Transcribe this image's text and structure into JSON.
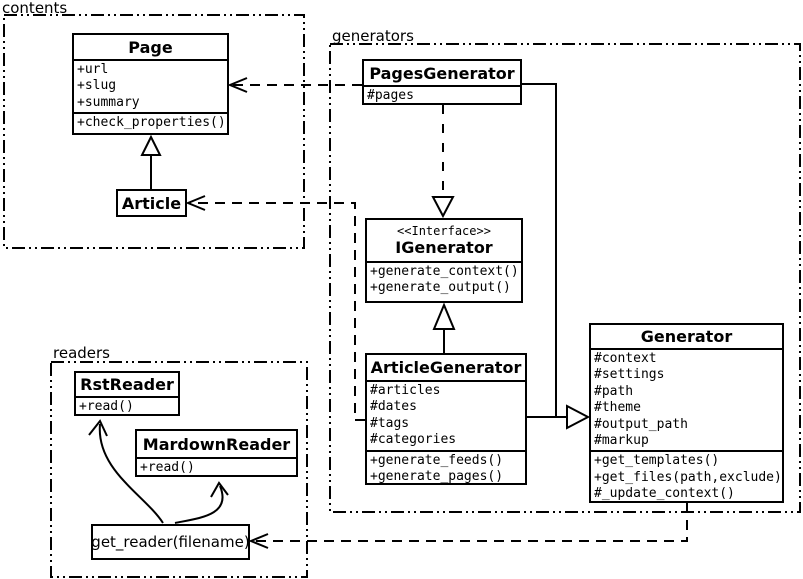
{
  "colors": {
    "line": "#000000",
    "background": "#ffffff"
  },
  "packages": {
    "contents": {
      "label": "contents"
    },
    "generators": {
      "label": "generators"
    },
    "readers": {
      "label": "readers"
    }
  },
  "classes": {
    "page": {
      "name": "Page",
      "attributes": [
        "+url",
        "+slug",
        "+summary"
      ],
      "methods": [
        "+check_properties()"
      ]
    },
    "article": {
      "name": "Article"
    },
    "pages_generator": {
      "name": "PagesGenerator",
      "attributes": [
        "#pages"
      ]
    },
    "igenerator": {
      "stereotype": "<<Interface>>",
      "name": "IGenerator",
      "methods": [
        "+generate_context()",
        "+generate_output()"
      ]
    },
    "article_generator": {
      "name": "ArticleGenerator",
      "attributes": [
        "#articles",
        "#dates",
        "#tags",
        "#categories"
      ],
      "methods": [
        "+generate_feeds()",
        "+generate_pages()"
      ]
    },
    "generator": {
      "name": "Generator",
      "attributes": [
        "#context",
        "#settings",
        "#path",
        "#theme",
        "#output_path",
        "#markup"
      ],
      "methods": [
        "+get_templates()",
        "+get_files(path,exclude)",
        "#_update_context()"
      ]
    },
    "rst_reader": {
      "name": "RstReader",
      "methods": [
        "+read()"
      ]
    },
    "mardown_reader": {
      "name": "MardownReader",
      "methods": [
        "+read()"
      ]
    },
    "get_reader": {
      "label": "get_reader(filename)"
    }
  },
  "relationships": [
    "Article --|> Page (generalization)",
    "PagesGenerator ..> Page (dependency)",
    "ArticleGenerator ..> Article (dependency)",
    "PagesGenerator ..|> IGenerator (realization)",
    "ArticleGenerator --|> IGenerator (generalization)",
    "PagesGenerator/ArticleGenerator --|> Generator (generalization)",
    "Generator ..> get_reader(filename) (dependency)",
    "get_reader -> RstReader (arrow)",
    "get_reader -> MardownReader (arrow)"
  ]
}
